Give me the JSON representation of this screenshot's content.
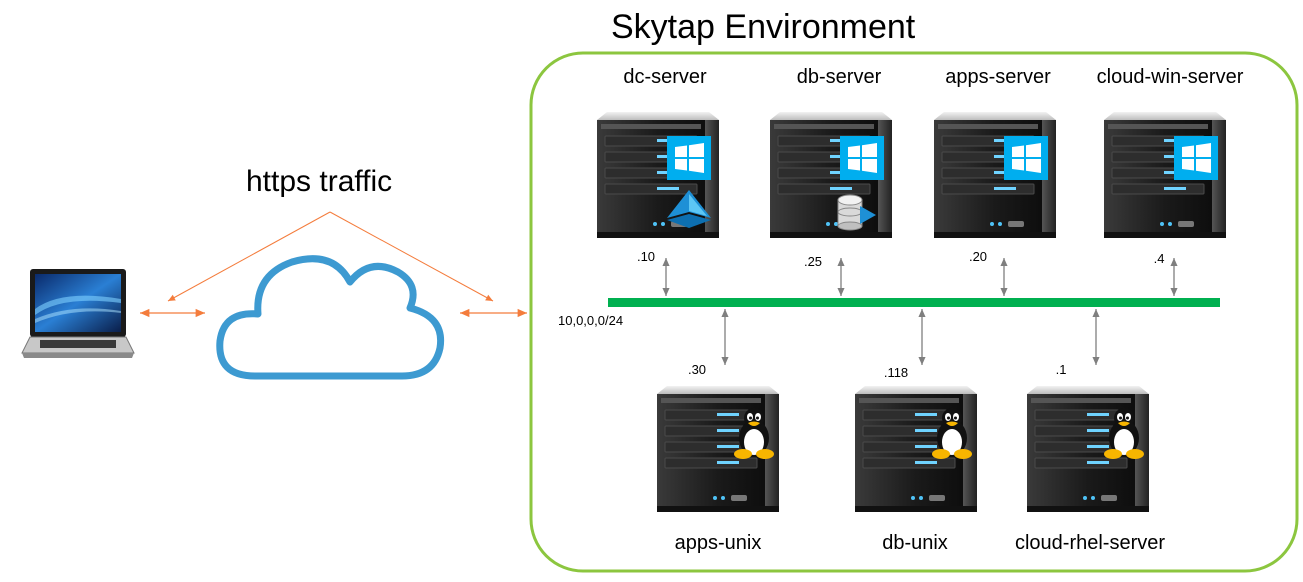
{
  "environment": {
    "title": "Skytap Environment",
    "border_color": "#8cc63f",
    "network_color": "#00b050",
    "subnet_label": "10,0,0,0/24"
  },
  "traffic": {
    "label": "https traffic",
    "arrow_color": "#f47c3c",
    "cloud_color": "#3d9ad1"
  },
  "servers_top": [
    {
      "name": "dc-server",
      "ip": ".10",
      "os": "windows",
      "badge": "active-directory"
    },
    {
      "name": "db-server",
      "ip": ".25",
      "os": "windows",
      "badge": "database"
    },
    {
      "name": "apps-server",
      "ip": ".20",
      "os": "windows",
      "badge": ""
    },
    {
      "name": "cloud-win-server",
      "ip": ".4",
      "os": "windows",
      "badge": ""
    }
  ],
  "servers_bottom": [
    {
      "name": "apps-unix",
      "ip": ".30",
      "os": "linux"
    },
    {
      "name": "db-unix",
      "ip": ".118",
      "os": "linux"
    },
    {
      "name": "cloud-rhel-server",
      "ip": ".1",
      "os": "linux"
    }
  ],
  "icons": {
    "client": "laptop-icon",
    "internet": "cloud-icon",
    "windows_os": "windows-logo-icon",
    "linux_os": "tux-penguin-icon"
  }
}
